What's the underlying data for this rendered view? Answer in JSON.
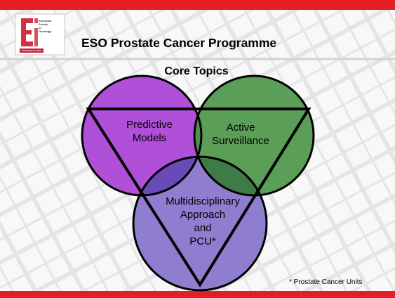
{
  "slide": {
    "title": "ESO Prostate Cancer Programme",
    "subtitle": "Core Topics",
    "footnote": "* Prostate Cancer Units"
  },
  "logo": {
    "icon": "eso-logo-icon",
    "text_lines": [
      "European",
      "School",
      "of",
      "Oncology"
    ],
    "tagline": "learning to care"
  },
  "diagram": {
    "nodes": [
      {
        "label_lines": [
          "Predictive",
          "Models"
        ]
      },
      {
        "label_lines": [
          "Active",
          "Surveillance"
        ]
      },
      {
        "label_lines": [
          "Multidisciplinary",
          "Approach",
          "and",
          "PCU*"
        ]
      }
    ]
  },
  "colors": {
    "accent_red": "#e31e24",
    "circle_purple": "#b04fd8",
    "circle_green": "#5b9e57",
    "circle_lilac": "#8f7dd0",
    "overlap_violet": "#6a4ab8",
    "overlap_olive": "#3f7a49"
  }
}
